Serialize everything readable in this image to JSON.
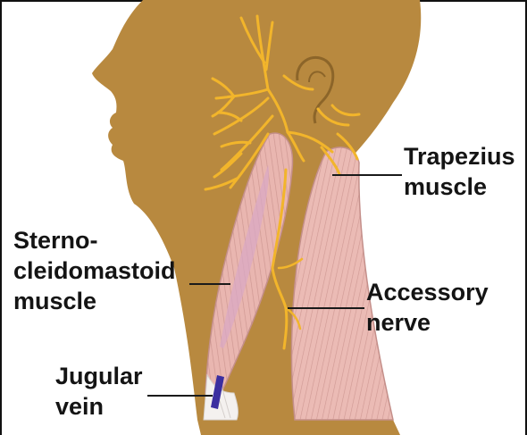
{
  "labels": {
    "trapezius": {
      "line1": "Trapezius",
      "line2": "muscle"
    },
    "sternocleidomastoid": {
      "line1": "Sterno-",
      "line2": "cleidomastoid",
      "line3": "muscle"
    },
    "accessory": {
      "line1": "Accessory",
      "line2": "nerve"
    },
    "jugular": {
      "line1": "Jugular",
      "line2": "vein"
    }
  },
  "colors": {
    "skin": "#b8893f",
    "muscle": "#e9b6b0",
    "muscle_stroke": "#c48f8a",
    "nerve": "#f2b52b",
    "vein": "#3b2ea0",
    "leader": "#1a1a1a"
  }
}
